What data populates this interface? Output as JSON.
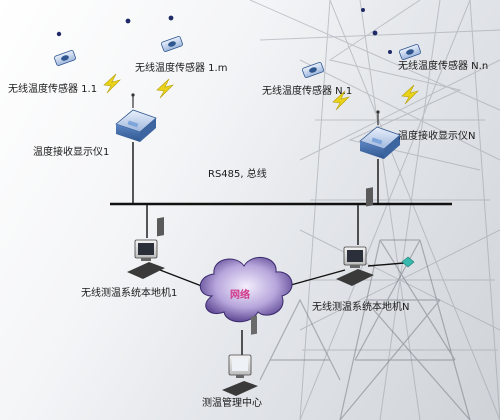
{
  "labels": {
    "sensor_1_1": "无线温度传感器 1.1",
    "sensor_1_m": "无线温度传感器 1.m",
    "sensor_n_1": "无线温度传感器 N.1",
    "sensor_n_n": "无线温度传感器 N.n",
    "receiver_1": "温度接收显示仪1",
    "receiver_n": "温度接收显示仪N",
    "bus": "RS485, 总线",
    "host_1": "无线测温系统本地机1",
    "host_n": "无线测温系统本地机N",
    "network": "网络",
    "center": "测温管理中心"
  },
  "colors": {
    "device_blue": "#4a7bbd",
    "bus_line": "#111111",
    "cloud_purple": "#5a3f8c",
    "wireless_yellow": "#e8d21a"
  }
}
